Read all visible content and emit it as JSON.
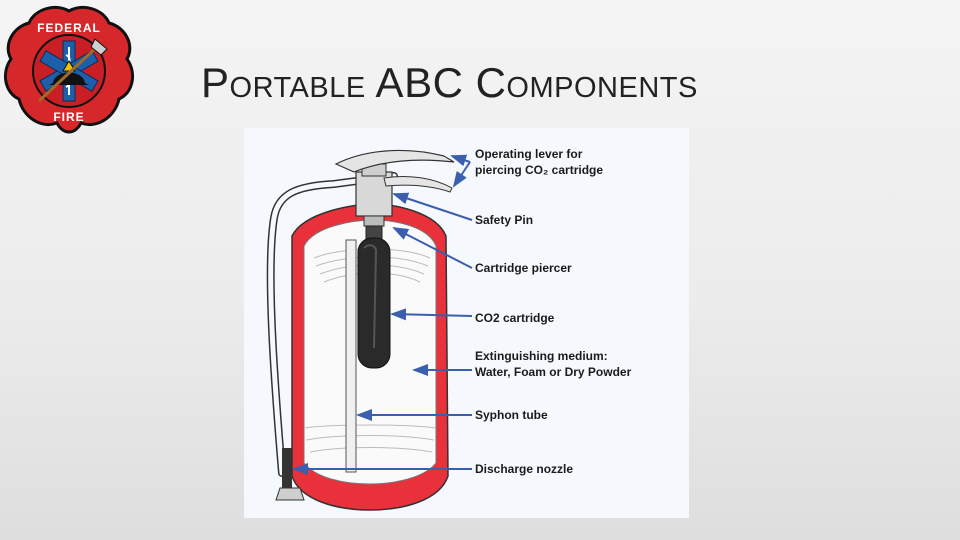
{
  "slide": {
    "title": "Portable ABC Components"
  },
  "logo": {
    "top_text": "FEDERAL",
    "bottom_text": "FIRE",
    "colors": {
      "cross": "#d6272a",
      "star": "#1d5fa8",
      "outline": "#111111"
    }
  },
  "diagram": {
    "colors": {
      "shell": "#e8313a",
      "cartridge": "#2a2a2a",
      "arrow": "#3a5fae",
      "line": "#555555"
    },
    "labels": {
      "operating_lever": [
        "Operating lever for",
        "piercing CO₂ cartridge"
      ],
      "safety_pin": "Safety Pin",
      "cartridge_piercer": "Cartridge piercer",
      "co2_cartridge": "CO2 cartridge",
      "extinguishing_medium": [
        "Extinguishing medium:",
        "Water, Foam or Dry Powder"
      ],
      "syphon_tube": "Syphon tube",
      "discharge_nozzle": "Discharge nozzle"
    }
  }
}
